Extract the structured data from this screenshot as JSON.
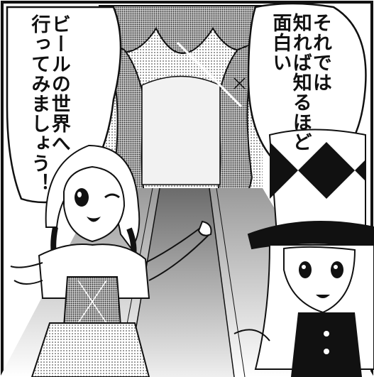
{
  "panel": {
    "background": "#ffffff",
    "ink": "#111111",
    "screentone": "#cfcfcf"
  },
  "balloons": {
    "left": {
      "lines": [
        "ビールの世界へ",
        "行ってみましょう！"
      ]
    },
    "right": {
      "lines": [
        "それでは",
        "知れば知るほど",
        "面白い"
      ]
    }
  },
  "characters": {
    "left_girl": {
      "name": "",
      "pose": "wink-presenting",
      "outfit": "dirndl"
    },
    "right_girl": {
      "name": "",
      "outfit": "harlequin-top-hat"
    }
  }
}
